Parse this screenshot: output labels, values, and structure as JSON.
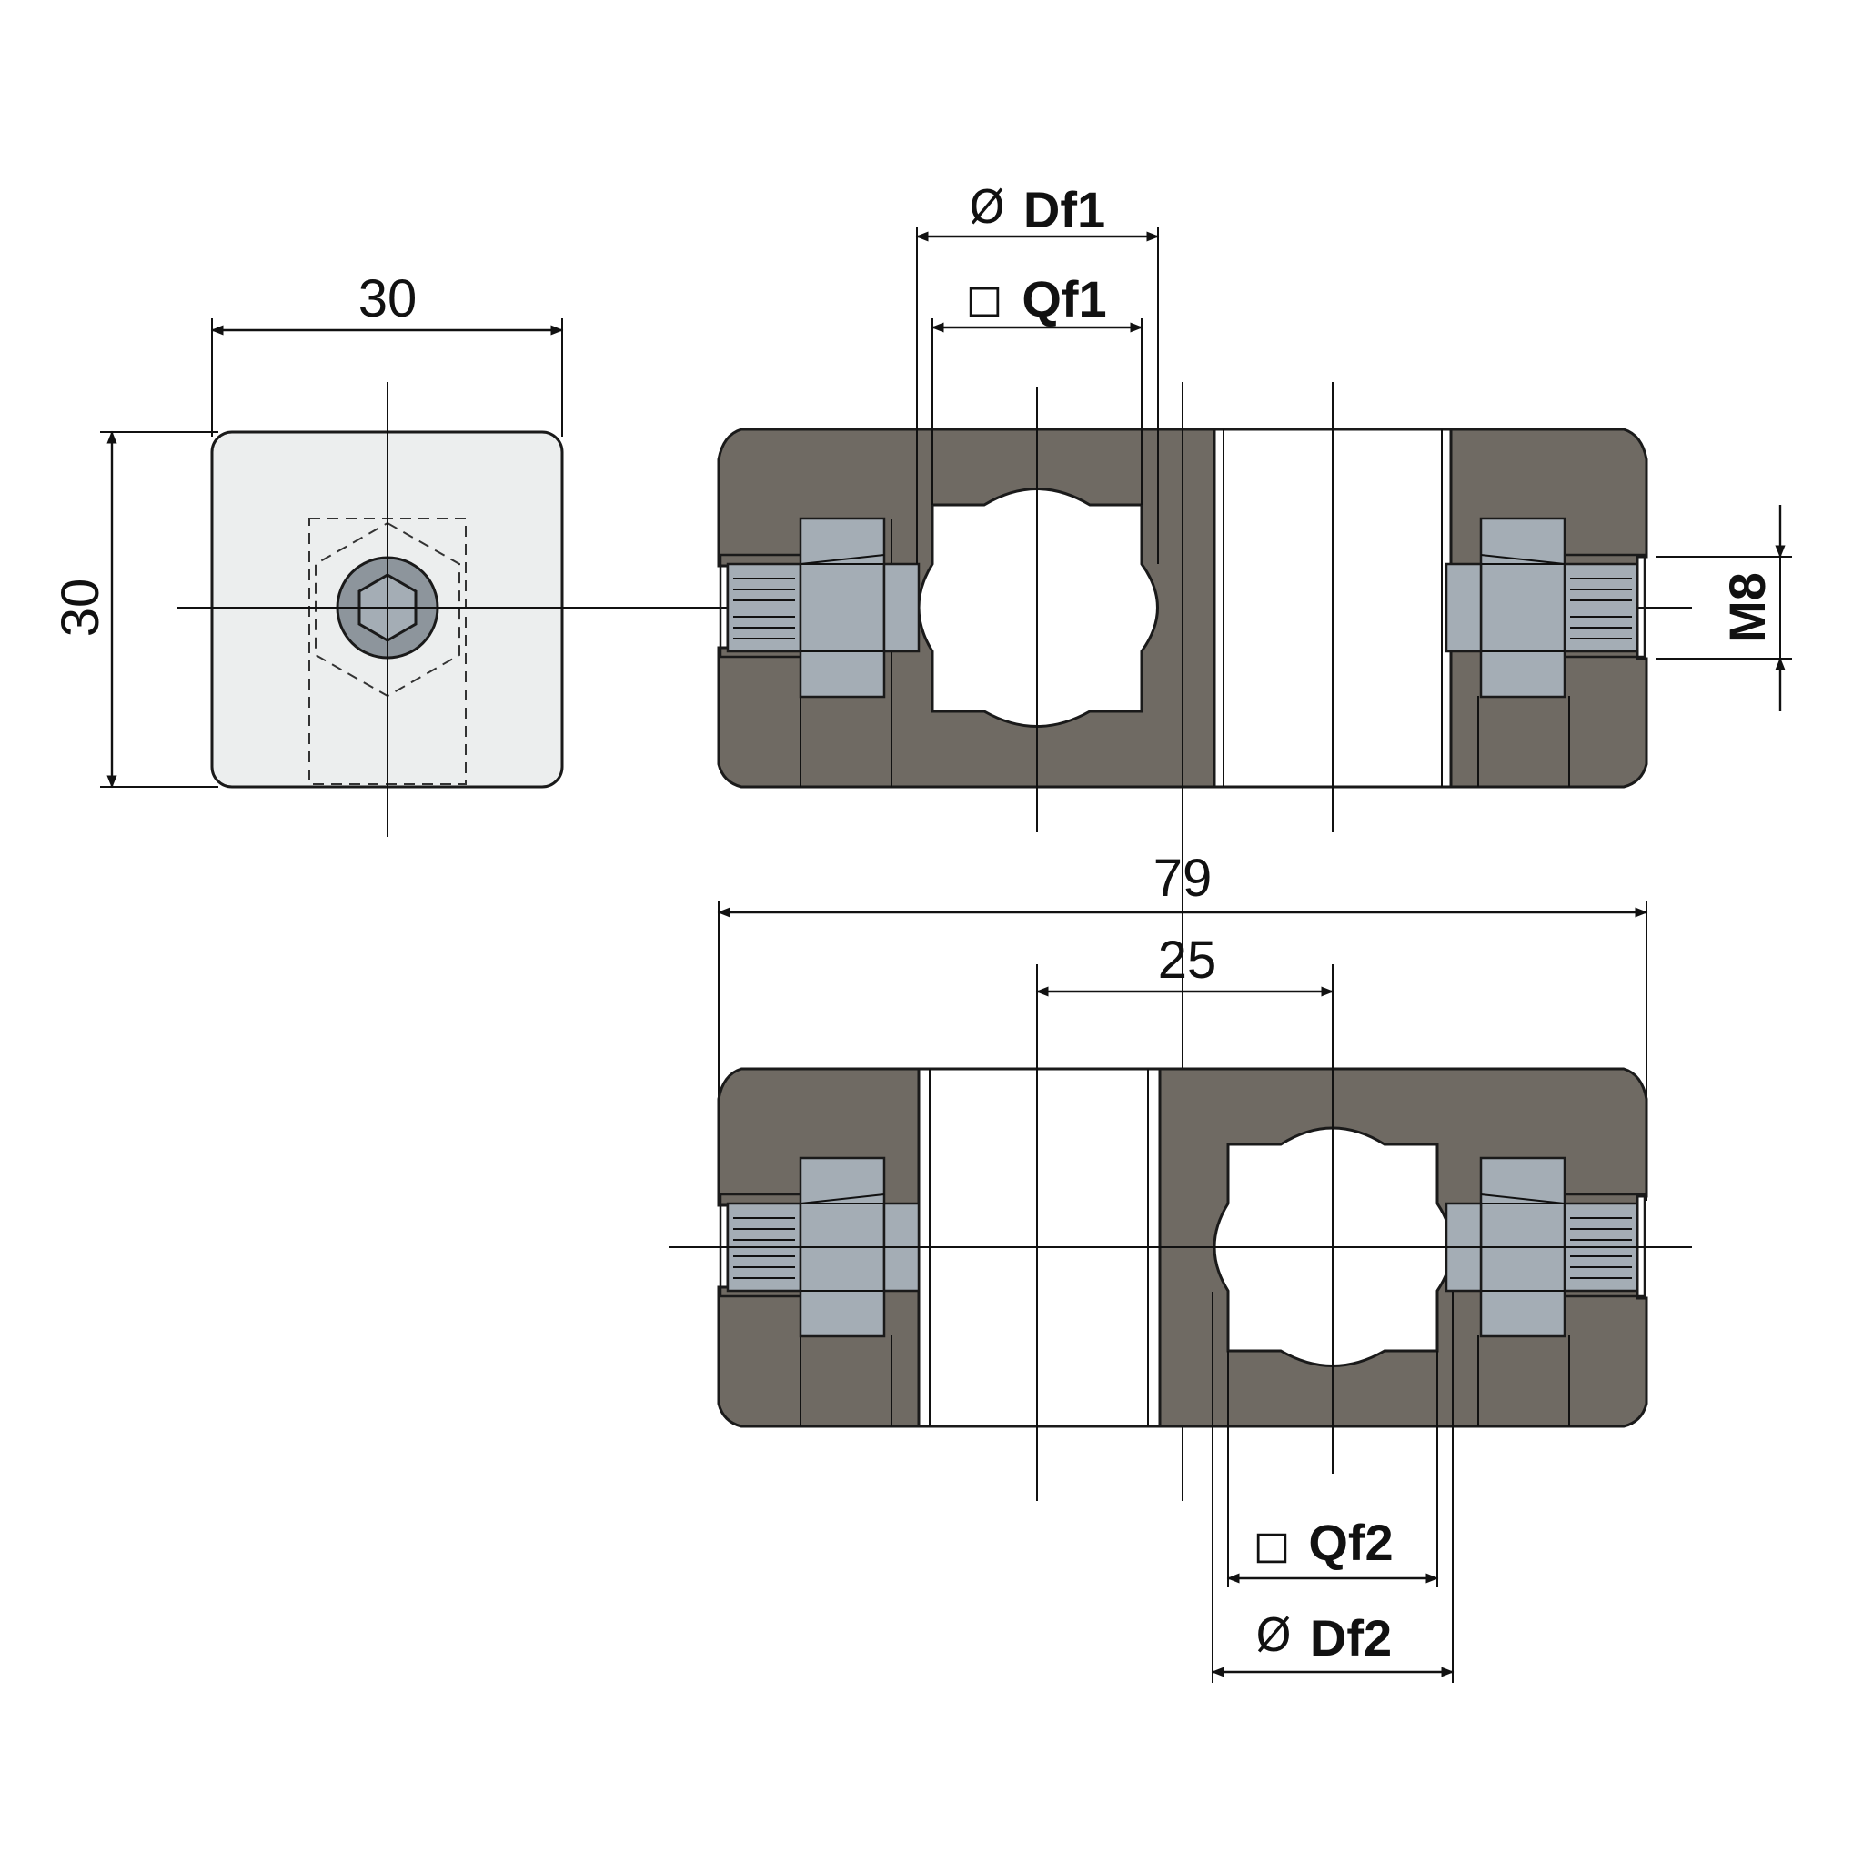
{
  "dimensions": {
    "side_width": "30",
    "side_height": "30",
    "thread": "M8",
    "overall_length": "79",
    "center_distance": "25",
    "qf1": "Qf1",
    "df1": "Df1",
    "qf2": "Qf2",
    "df2": "Df2"
  },
  "symbols": {
    "diameter": "Ø",
    "square": "◻"
  },
  "colors": {
    "body_dark": "#6f6a63",
    "end_view": "#eceeee",
    "nut": "#a4adb5",
    "outline": "#1a1a1a"
  },
  "icons": {
    "socket_screw": "hex-socket-icon",
    "nut": "hex-nut-icon",
    "set_screw": "threaded-grub-screw-icon"
  }
}
